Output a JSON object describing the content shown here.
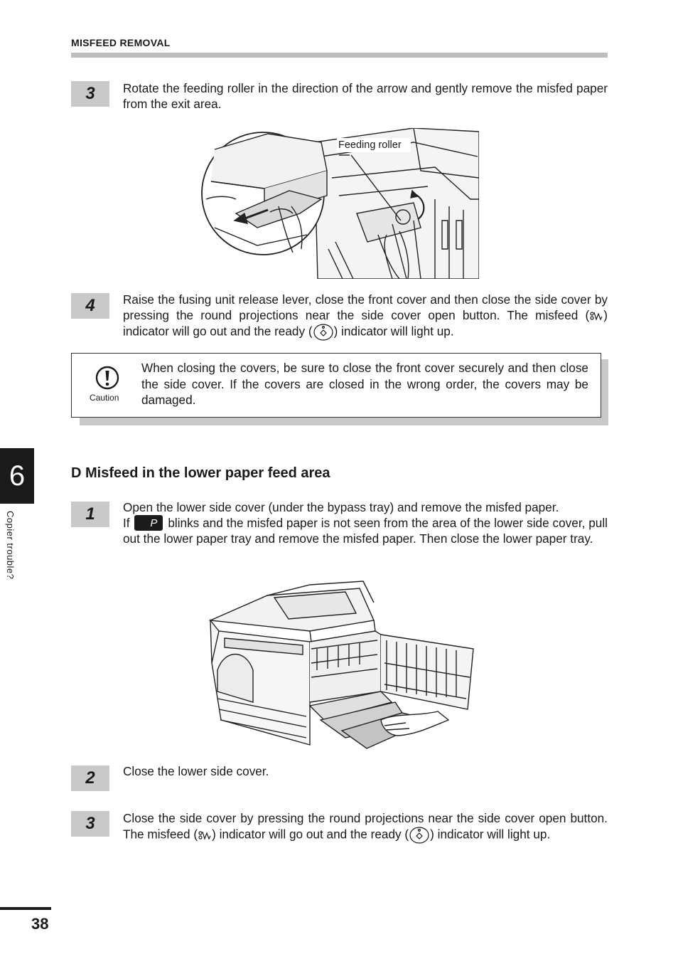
{
  "header": {
    "title": "MISFEED REMOVAL"
  },
  "steps_upper": [
    {
      "number": "3",
      "text": "Rotate the feeding roller in the direction of the arrow and gently remove the misfed paper from the exit area."
    },
    {
      "number": "4",
      "text_a": "Raise the fusing unit release lever, close the front cover and then close the side cover by pressing the round projections near the side cover open button. The misfeed (",
      "text_b": ") indicator will go out and the ready (",
      "text_c": ") indicator will light up."
    }
  ],
  "figure1": {
    "label": "Feeding roller"
  },
  "caution": {
    "label": "Caution",
    "text": "When closing the covers, be sure to close the front cover securely and then close the side cover. If the covers are closed in the wrong order, the covers may be damaged."
  },
  "section": {
    "title": "D  Misfeed in the lower paper feed area"
  },
  "steps_lower": [
    {
      "number": "1",
      "text_line1": "Open the lower side cover (under the bypass tray) and remove the misfed paper.",
      "text_if": "If",
      "indicator": "P",
      "text_rest": "blinks and the misfed paper is not seen from the area of the lower side cover, pull out the lower paper tray and remove the misfed paper. Then close the lower paper tray."
    },
    {
      "number": "2",
      "text": "Close the lower side cover."
    },
    {
      "number": "3",
      "text_a": "Close the side cover by pressing the round projections near the side cover open button. The misfeed (",
      "text_b": ") indicator will go out and the ready (",
      "text_c": ") indicator will light up."
    }
  ],
  "sidebar": {
    "chapter_number": "6",
    "chapter_title": "Copier trouble?"
  },
  "footer": {
    "page_number": "38"
  }
}
